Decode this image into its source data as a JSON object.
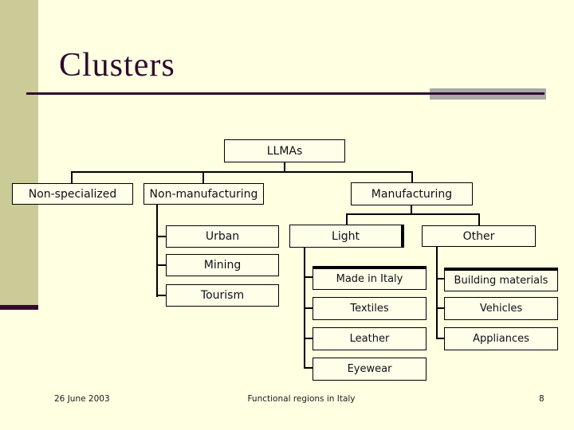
{
  "slide": {
    "title": "Clusters",
    "footer": {
      "date": "26 June 2003",
      "center": "Functional regions in Italy",
      "page_number": "8"
    }
  },
  "diagram": {
    "type": "org-chart",
    "root": {
      "label": "LLMAs",
      "children": [
        {
          "label": "Non-specialized",
          "children": []
        },
        {
          "label": "Non-manufacturing",
          "children": [
            {
              "label": "Urban"
            },
            {
              "label": "Mining"
            },
            {
              "label": "Tourism"
            }
          ]
        },
        {
          "label": "Manufacturing",
          "children": [
            {
              "label": "Light",
              "children": [
                {
                  "label": "Made in Italy"
                },
                {
                  "label": "Textiles"
                },
                {
                  "label": "Leather"
                },
                {
                  "label": "Eyewear"
                }
              ]
            },
            {
              "label": "Other",
              "children": [
                {
                  "label": "Building materials"
                },
                {
                  "label": "Vehicles"
                },
                {
                  "label": "Appliances"
                }
              ]
            }
          ]
        }
      ]
    }
  },
  "colors": {
    "background": "#FFFFE1",
    "sidebar": "#CBCB98",
    "sidebar_cap": "#330A2E",
    "title_text": "#2E0A30",
    "title_rule": "#2E0A2E",
    "title_rule_gray": "#A8A8A8",
    "box_fill": "#FFFEE9",
    "box_border": "#000000",
    "box_text": "#0F0F1A",
    "footer_text": "#1B1B1B"
  }
}
